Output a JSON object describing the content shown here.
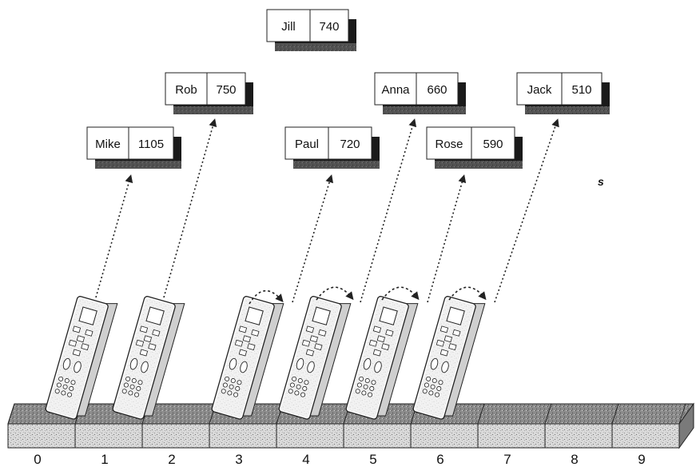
{
  "records": [
    {
      "name": "Jill",
      "value": "740"
    },
    {
      "name": "Rob",
      "value": "750"
    },
    {
      "name": "Anna",
      "value": "660"
    },
    {
      "name": "Jack",
      "value": "510"
    },
    {
      "name": "Mike",
      "value": "1105"
    },
    {
      "name": "Paul",
      "value": "720"
    },
    {
      "name": "Rose",
      "value": "590"
    }
  ],
  "slots": [
    "0",
    "1",
    "2",
    "3",
    "4",
    "5",
    "6",
    "7",
    "8",
    "9"
  ],
  "stray_mark": "s",
  "colors": {
    "card_fill": "#ffffff",
    "card_border": "#222222",
    "card_shadow": "#1a1a1a",
    "arrow": "#222222",
    "tray_fill": "#d8d8d8",
    "tray_dark": "#9a9a9a"
  }
}
